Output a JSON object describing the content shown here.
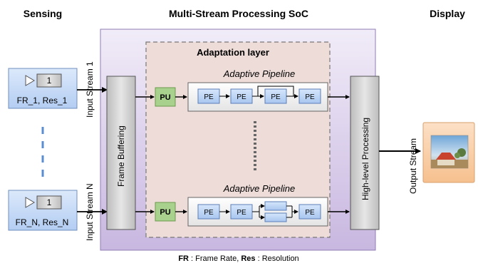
{
  "headers": {
    "sensing": "Sensing",
    "soc": "Multi-Stream Processing SoC",
    "display": "Display"
  },
  "sensors": [
    {
      "counter": "1",
      "label": "FR_1, Res_1",
      "stream": "Input Stream 1"
    },
    {
      "counter": "1",
      "label": "FR_N, Res_N",
      "stream": "Input Stream N"
    }
  ],
  "frame_buffering": "Frame Buffering",
  "adaptation_layer": "Adaptation layer",
  "pipelines": [
    {
      "title": "Adaptive Pipeline",
      "pu": "PU",
      "pe": [
        "PE",
        "PE",
        "PE",
        "PE"
      ]
    },
    {
      "title": "Adaptive Pipeline",
      "pu": "PU",
      "pe": [
        "PE",
        "PE",
        "PE"
      ]
    }
  ],
  "high_level": "High-level Processing",
  "output_stream": "Output Stream",
  "legend": {
    "fr_key": "FR",
    "fr_text": " : Frame Rate, ",
    "res_key": "Res",
    "res_text": " : Resolution"
  }
}
